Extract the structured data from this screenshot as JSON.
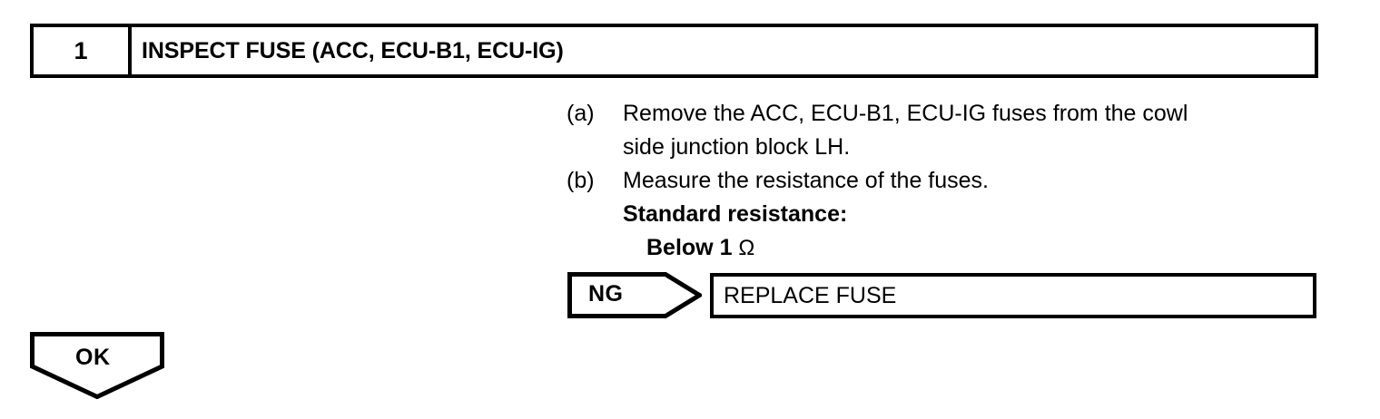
{
  "step": {
    "number": "1",
    "title": "INSPECT FUSE (ACC, ECU-B1, ECU-IG)"
  },
  "procedure": [
    {
      "marker": "(a)",
      "line1": "Remove the ACC, ECU-B1, ECU-IG fuses from the cowl",
      "line2": "side junction block LH."
    },
    {
      "marker": "(b)",
      "line1": "Measure the resistance of the fuses.",
      "spec_label": "Standard resistance:",
      "spec_value": "Below 1 ",
      "spec_unit": "Ω"
    }
  ],
  "outcomes": {
    "ng_label": "NG",
    "ng_result": "REPLACE FUSE",
    "ok_label": "OK"
  },
  "colors": {
    "ink": "#000000",
    "paper": "#ffffff"
  }
}
